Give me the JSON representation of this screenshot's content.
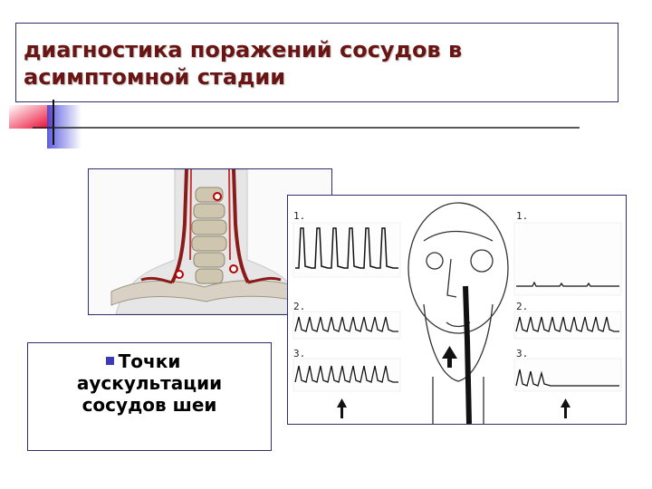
{
  "slide": {
    "title": "диагностика  поражений сосудов в асимптомной стадии"
  },
  "caption": {
    "line1": "Точки",
    "line2": "аускультации",
    "line3": "сосудов шеи"
  },
  "doppler": {
    "left_labels": [
      "1.",
      "2.",
      "3."
    ],
    "right_labels": [
      "1.",
      "2.",
      "3."
    ]
  },
  "colors": {
    "title": "#6b1414",
    "frame": "#2e2e6e",
    "bullet": "#3a3ab8",
    "accent_red": "#e8002a",
    "accent_blue": "#4040d8"
  },
  "icons": {
    "bullet": "square-bullet-icon",
    "arrow": "up-arrow-icon",
    "auscultation_point": "circle-marker-icon"
  }
}
